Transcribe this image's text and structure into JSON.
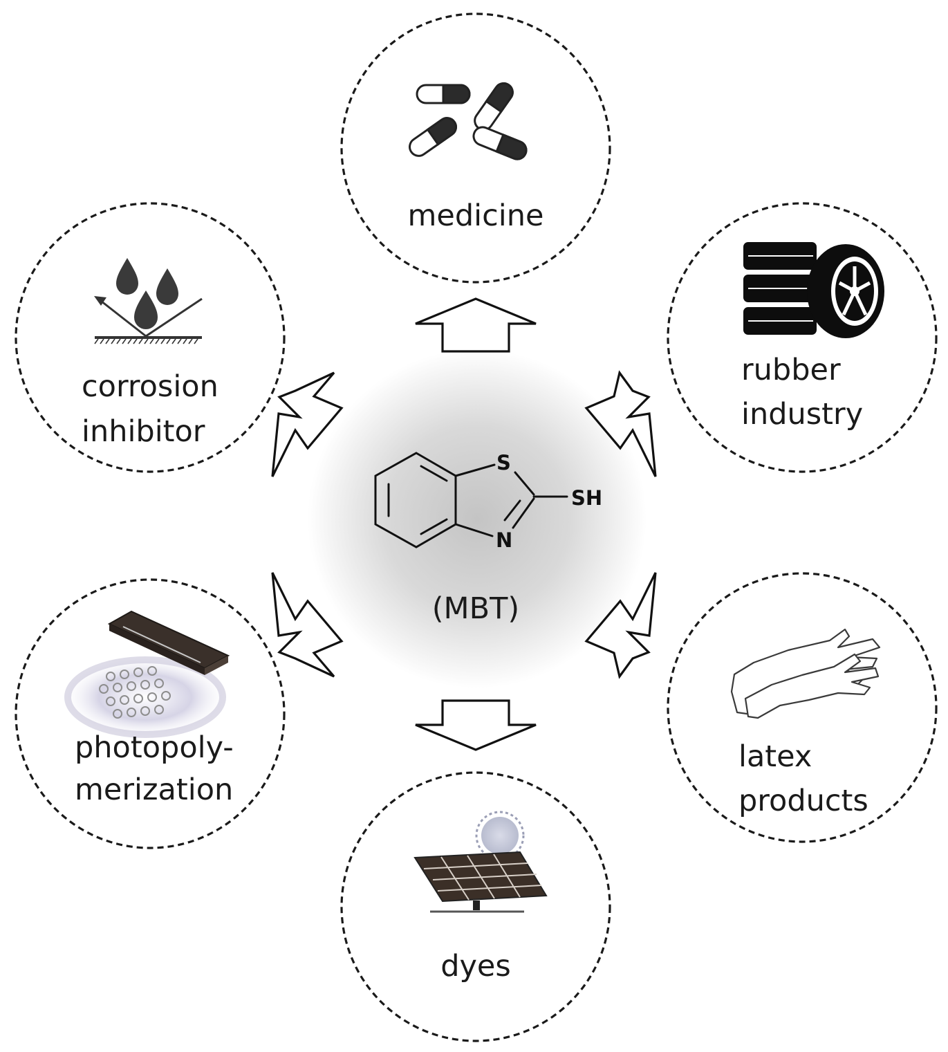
{
  "center": {
    "molecule_label": "(MBT)",
    "atoms": {
      "sulfur": "S",
      "nitrogen": "N",
      "thiol": "SH"
    }
  },
  "applications": [
    {
      "id": "medicine",
      "lines": [
        "medicine"
      ],
      "icon": "capsules-icon"
    },
    {
      "id": "rubber-industry",
      "lines": [
        "rubber",
        "industry"
      ],
      "icon": "tires-icon"
    },
    {
      "id": "latex-products",
      "lines": [
        "latex",
        "products"
      ],
      "icon": "gloves-icon"
    },
    {
      "id": "dyes",
      "lines": [
        "dyes"
      ],
      "icon": "solar-panel-icon"
    },
    {
      "id": "photopolymerization",
      "lines": [
        "photopoly-",
        "merization"
      ],
      "icon": "uv-lamp-icon"
    },
    {
      "id": "corrosion-inhibitor",
      "lines": [
        "corrosion",
        "inhibitor"
      ],
      "icon": "droplets-surface-icon"
    }
  ],
  "colors": {
    "line": "#111111",
    "glow": "#c9c9c9",
    "icon_dark": "#2b2b2b",
    "tire": "#0d0d0d",
    "lamp": "#3a302a",
    "uv_glow": "#b9b6cf"
  }
}
